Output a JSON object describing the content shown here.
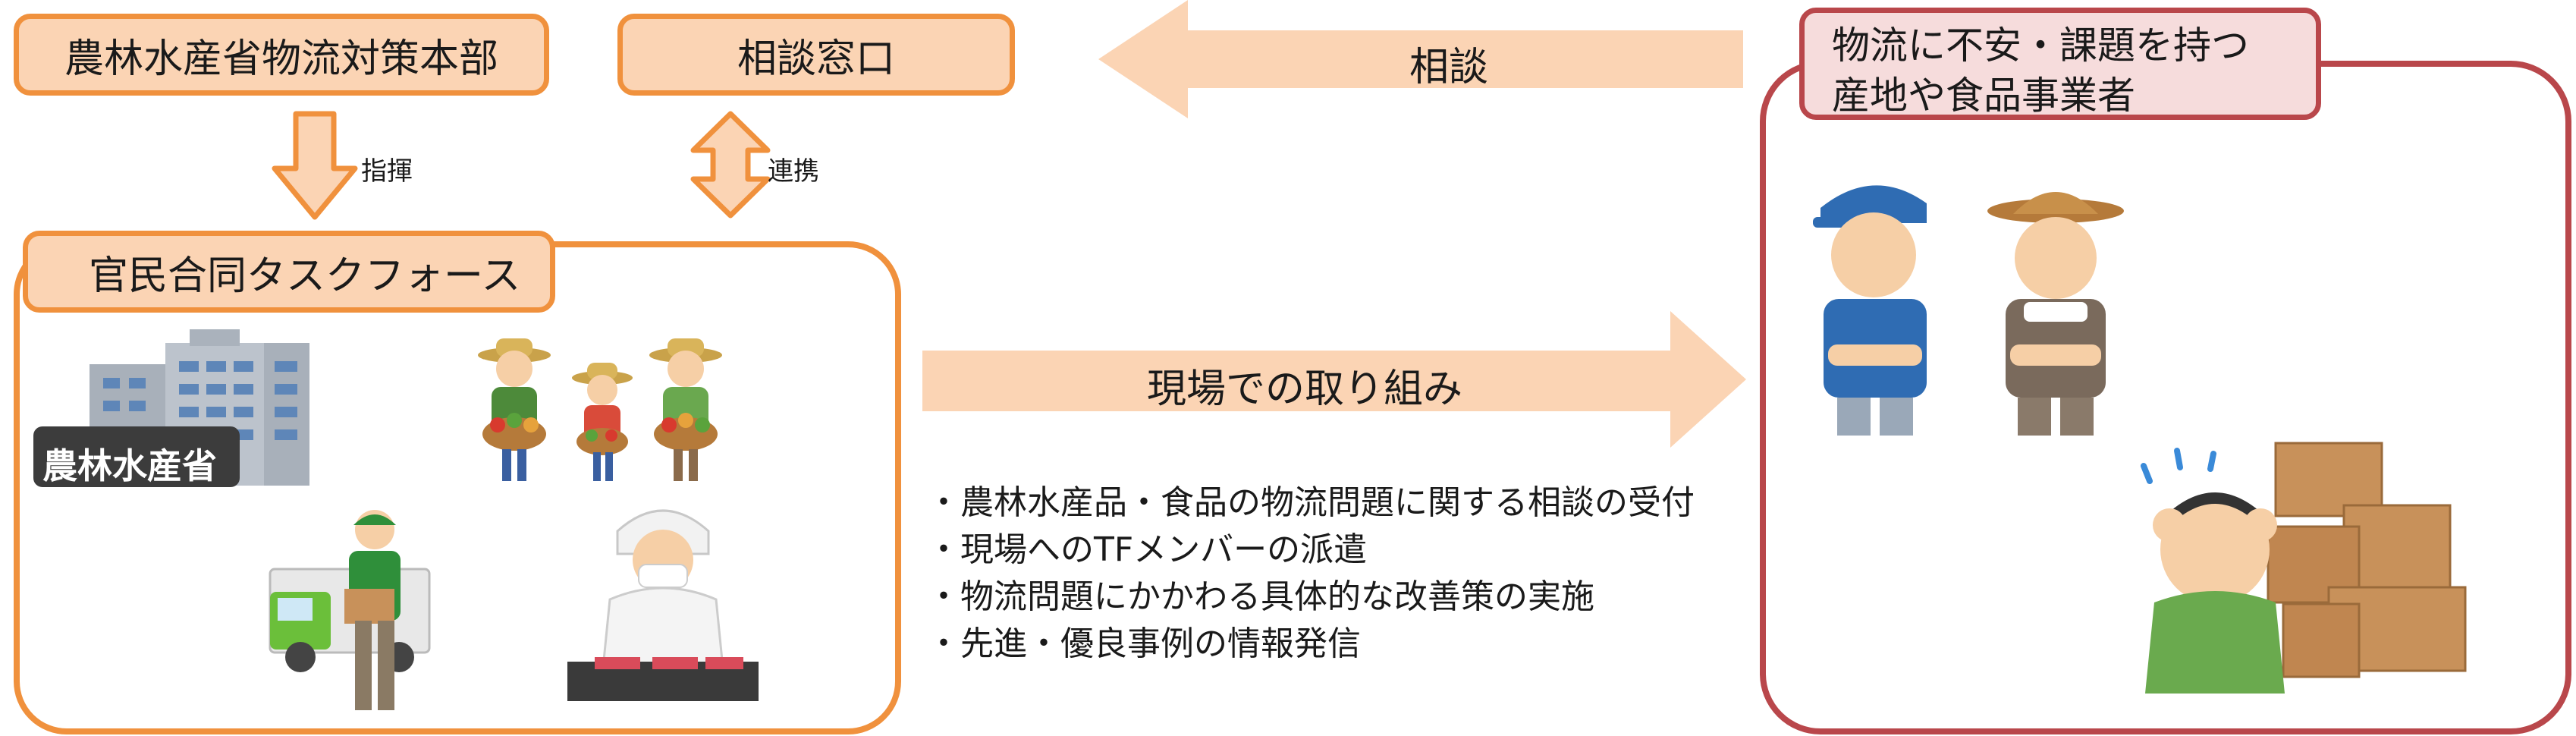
{
  "boxes": {
    "ministry_hq": "農林水産省物流対策本部",
    "consult_window": "相談窓口",
    "taskforce": "官民合同タスクフォース",
    "concerned_parties_line1": "物流に不安・課題を持つ",
    "concerned_parties_line2": "産地や食品事業者"
  },
  "connectors": {
    "command": "指揮",
    "cooperation": "連携",
    "consultation": "相談",
    "field_work": "現場での取り組み"
  },
  "activities": [
    "・農林水産品・食品の物流問題に関する相談の受付",
    "・現場へのTFメンバーの派遣",
    "・物流問題にかかわる具体的な改善策の実施",
    "・先進・優良事例の情報発信"
  ],
  "illustrations": {
    "ministry_sign": "農林水産省"
  },
  "colors": {
    "orange_border": "#f0913d",
    "orange_fill": "#fbd4b4",
    "red_border": "#b9474b",
    "pink_fill": "#f6dcdc",
    "arrow_fill": "#fbd4b4"
  }
}
